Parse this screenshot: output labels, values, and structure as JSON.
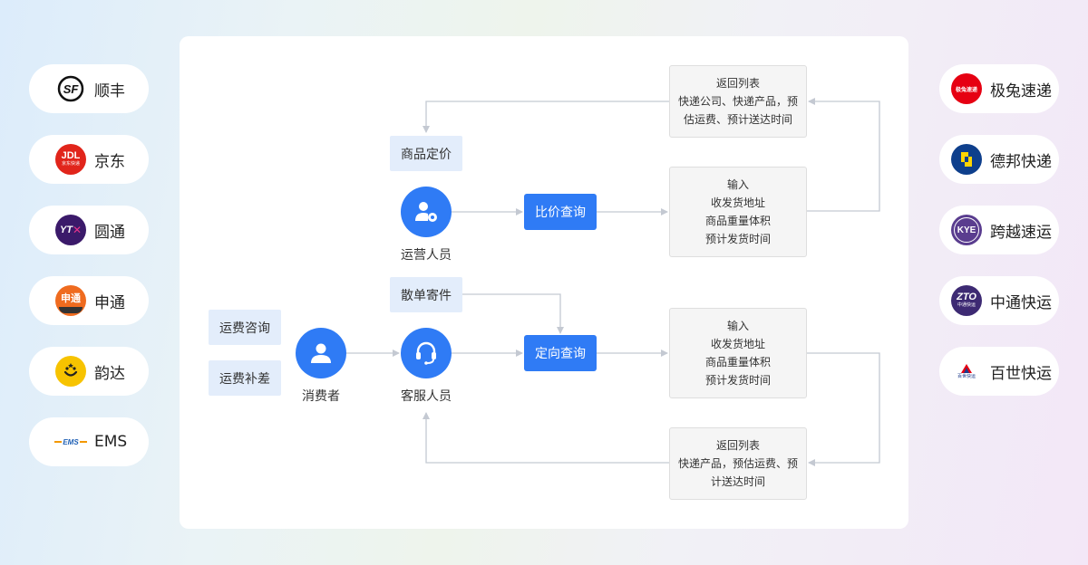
{
  "carriers_left": [
    {
      "name": "顺丰",
      "icon": "sf-express-logo-icon"
    },
    {
      "name": "京东",
      "icon": "jdl-logo-icon",
      "logo_text": "JDL",
      "logo_sub": "京东快递"
    },
    {
      "name": "圆通",
      "icon": "yto-logo-icon",
      "logo_text": "YT"
    },
    {
      "name": "申通",
      "icon": "sto-logo-icon",
      "logo_text": "申通"
    },
    {
      "name": "韵达",
      "icon": "yunda-logo-icon"
    },
    {
      "name": "EMS",
      "icon": "ems-logo-icon",
      "logo_text": "EMS"
    }
  ],
  "carriers_right": [
    {
      "name": "极兔速递",
      "icon": "jitu-logo-icon",
      "logo_text": "极兔速递"
    },
    {
      "name": "德邦快递",
      "icon": "debang-logo-icon"
    },
    {
      "name": "跨越速运",
      "icon": "kye-logo-icon",
      "logo_text": "KYE"
    },
    {
      "name": "中通快运",
      "icon": "zto-logo-icon",
      "logo_text": "ZTO",
      "logo_sub": "中通快运"
    },
    {
      "name": "百世快运",
      "icon": "best-logo-icon",
      "logo_text": "百世快运"
    }
  ],
  "colors": {
    "primary": "#2f7bf5",
    "label_bg": "#e3edfb",
    "info_bg": "#f5f5f5",
    "line": "#c4c9d2"
  },
  "flow": {
    "freight_consult": "运费咨询",
    "freight_supplement": "运费补差",
    "consumer": "消费者",
    "service_staff": "客服人员",
    "operator": "运营人员",
    "product_pricing": "商品定价",
    "bulk_shipping": "散单寄件",
    "price_compare_query": "比价查询",
    "directed_query": "定向查询",
    "top_return": [
      "返回列表",
      "快递公司、快递产品，预",
      "估运费、预计送达时间"
    ],
    "top_input": [
      "输入",
      "收发货地址",
      "商品重量体积",
      "预计发货时间"
    ],
    "bottom_input": [
      "输入",
      "收发货地址",
      "商品重量体积",
      "预计发货时间"
    ],
    "bottom_return": [
      "返回列表",
      "快递产品，预估运费、预",
      "计送达时间"
    ]
  }
}
